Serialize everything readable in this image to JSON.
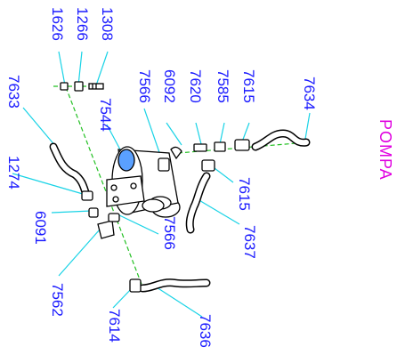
{
  "title": "POMPA",
  "colors": {
    "label": "#1a1aff",
    "title": "#e000e0",
    "leader": "#19d3e6",
    "pipe": "#22c022",
    "part": "#000000"
  },
  "labels": {
    "l1626": "1626",
    "l1266": "1266",
    "l1308": "1308",
    "l7566a": "7566",
    "l6092": "6092",
    "l7620": "7620",
    "l7585": "7585",
    "l7615a": "7615",
    "l7634": "7634",
    "l7544": "7544",
    "l7633": "7633",
    "l1274": "1274",
    "l6091": "6091",
    "l7566b": "7566",
    "l7615b": "7615",
    "l7637": "7637",
    "l7562": "7562",
    "l7614": "7614",
    "l7636": "7636"
  }
}
